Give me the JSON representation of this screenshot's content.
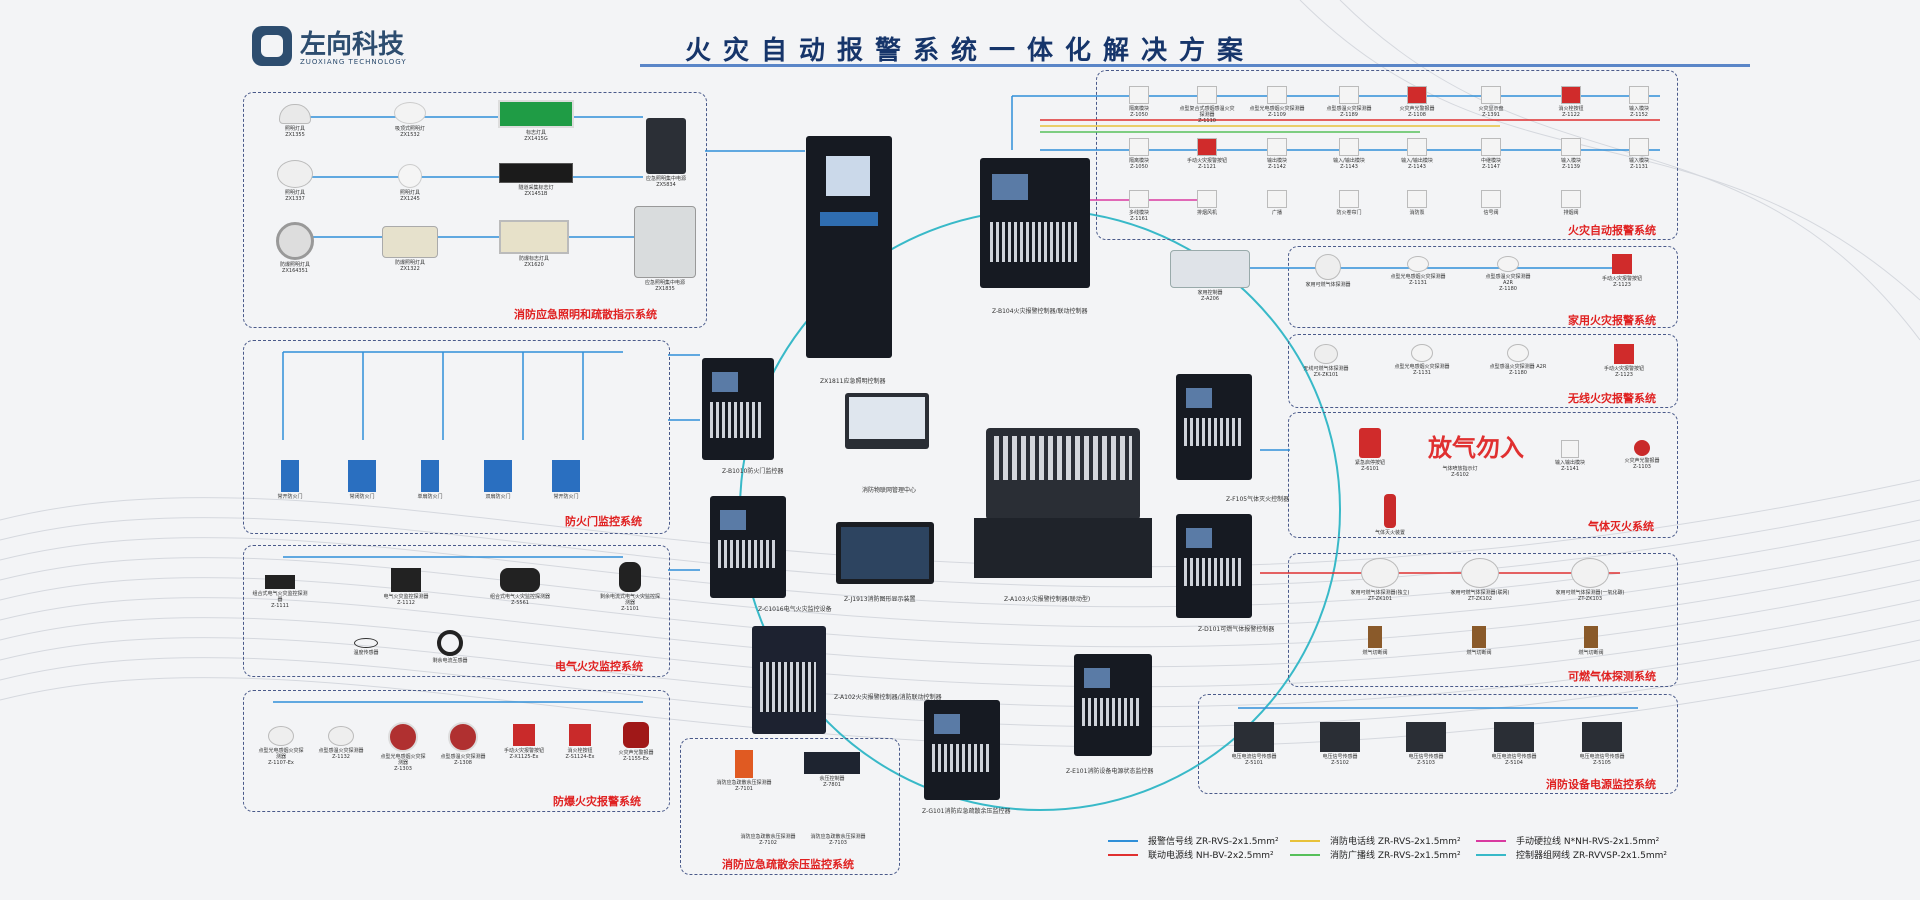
{
  "header": {
    "logo_cn": "左向科技",
    "logo_en": "ZUOXIANG TECHNOLOGY",
    "title": "火灾自动报警系统一体化解决方案"
  },
  "panels": {
    "emergency_lighting": "消防应急照明和疏散指示系统",
    "fire_door": "防火门监控系统",
    "electrical_fire": "电气火灾监控系统",
    "explosion_proof": "防爆火灾报警系统",
    "evac_pressure": "消防应急疏散余压监控系统",
    "fire_alarm": "火灾自动报警系统",
    "home_alarm": "家用火灾报警系统",
    "wireless_alarm": "无线火灾报警系统",
    "gas_extinguishing": "气体灭火系统",
    "combustible_gas": "可燃气体探测系统",
    "power_monitor": "消防设备电源监控系统"
  },
  "center": {
    "rack": "ZX1811应急照明控制器",
    "computer": "消防物联网管理中心",
    "console": "Z-A103火灾报警控制器(联动型)",
    "monitor": "Z-J1913消防图形显示装置",
    "fire_door_ctrl": "Z-B1010防火门监控器",
    "elec_ctrl": "Z-C1016电气火灾监控设备",
    "evac_ctrl": "Z-A102火灾报警控制器/消防联动控制器",
    "pressure_ctrl": "Z-G101消防应急疏散余压监控器",
    "power_ctrl": "Z-E101消防设备电源状态监控器",
    "gas_ctrl": "Z-D101可燃气体报警控制器",
    "extinguish_ctrl": "Z-F105气体灭火控制器",
    "main_ctrl": "Z-B104火灾报警控制器/联动控制器",
    "display_unit": "火灾显示盘",
    "gas_sign": "放气勿入"
  },
  "lighting_devices": [
    {
      "name": "照明灯具",
      "model": "ZX1355"
    },
    {
      "name": "吸顶式照明灯",
      "model": "ZX1532"
    },
    {
      "name": "标志灯具",
      "model": "ZX1415G"
    },
    {
      "name": "照明灯具",
      "model": "ZX1337"
    },
    {
      "name": "照明灯具",
      "model": "ZX1245"
    },
    {
      "name": "隧道采集标志灯",
      "model": "ZX1451B"
    },
    {
      "name": "应急照明集中电源",
      "model": "ZX5834"
    },
    {
      "name": "防爆照明灯具",
      "model": "ZX164351"
    },
    {
      "name": "防爆照明灯具",
      "model": "ZX1322"
    },
    {
      "name": "防爆标志灯具",
      "model": "ZX1620"
    },
    {
      "name": "应急照明集中电源",
      "model": "ZX1835"
    }
  ],
  "fire_door_devices": [
    {
      "name": "常开防火门",
      "model": ""
    },
    {
      "name": "常闭防火门",
      "model": ""
    },
    {
      "name": "单扇防火门",
      "model": ""
    },
    {
      "name": "双扇防火门",
      "model": ""
    },
    {
      "name": "常开防火门",
      "model": ""
    }
  ],
  "electrical_devices": [
    {
      "name": "组合式电气火灾监控探测器",
      "model": "Z-1111"
    },
    {
      "name": "电气火灾监控探测器",
      "model": "Z-1112"
    },
    {
      "name": "组合式电气火灾监控探测器",
      "model": "Z-5561"
    },
    {
      "name": "剩余电流式电气火灾监控探测器",
      "model": "Z-1101"
    },
    {
      "name": "温度传感器",
      "model": ""
    },
    {
      "name": "剩余电流互感器",
      "model": ""
    }
  ],
  "explosion_devices": [
    {
      "name": "点型光电感烟火灾探测器",
      "model": "Z-1107-Ex"
    },
    {
      "name": "点型感温火灾探测器",
      "model": "Z-1132"
    },
    {
      "name": "点型光电感烟火灾探测器",
      "model": "Z-1303"
    },
    {
      "name": "点型感温火灾探测器",
      "model": "Z-1308"
    },
    {
      "name": "手动火灾报警按钮",
      "model": "Z-X1125-Ex"
    },
    {
      "name": "消火栓按钮",
      "model": "Z-S1124-Ex"
    },
    {
      "name": "火灾声光警报器",
      "model": "Z-1155-Ex"
    }
  ],
  "pressure_devices": [
    {
      "name": "消防应急疏散余压探测器",
      "model": "Z-7101"
    },
    {
      "name": "余压控制器",
      "model": "Z-7801"
    },
    {
      "name": "消防应急疏散余压探测器",
      "model": "Z-7102"
    },
    {
      "name": "消防应急疏散余压探测器",
      "model": "Z-7103"
    }
  ],
  "fire_alarm_devices": [
    {
      "name": "隔离模块",
      "model": "Z-1050"
    },
    {
      "name": "点型复合式感烟感温火灾探测器",
      "model": "Z-1110"
    },
    {
      "name": "点型光电感烟火灾探测器",
      "model": "Z-1109"
    },
    {
      "name": "点型感温火灾探测器",
      "model": "Z-1189"
    },
    {
      "name": "火灾声光警报器",
      "model": "Z-1108"
    },
    {
      "name": "火灾显示盘",
      "model": "Z-1391"
    },
    {
      "name": "消火栓按钮",
      "model": "Z-1122"
    },
    {
      "name": "输入模块",
      "model": "Z-1152"
    },
    {
      "name": "隔离模块",
      "model": "Z-1050"
    },
    {
      "name": "手动火灾报警按钮",
      "model": "Z-1121"
    },
    {
      "name": "输出模块",
      "model": "Z-1142"
    },
    {
      "name": "输入/输出模块",
      "model": "Z-1143"
    },
    {
      "name": "输入/输出模块",
      "model": "Z-1143"
    },
    {
      "name": "中继模块",
      "model": "Z-1147"
    },
    {
      "name": "输入模块",
      "model": "Z-1139"
    },
    {
      "name": "输入模块",
      "model": "Z-1131"
    },
    {
      "name": "多线模块",
      "model": "Z-1161"
    },
    {
      "name": "排烟风机",
      "model": ""
    },
    {
      "name": "广播",
      "model": ""
    },
    {
      "name": "防火卷帘门",
      "model": ""
    },
    {
      "name": "消防泵",
      "model": ""
    },
    {
      "name": "信号阀",
      "model": ""
    },
    {
      "name": "排烟阀",
      "model": ""
    }
  ],
  "home_devices": [
    {
      "name": "家用控制器",
      "model": "Z-A206"
    },
    {
      "name": "家用可燃气体探测器",
      "model": ""
    },
    {
      "name": "点型光电感烟火灾探测器",
      "model": "Z-1131"
    },
    {
      "name": "点型感温火灾探测器 A2R",
      "model": "Z-1180"
    },
    {
      "name": "手动火灾报警按钮",
      "model": "Z-1123"
    }
  ],
  "wireless_devices": [
    {
      "name": "无线可燃气体探测器",
      "model": "ZX-ZK101"
    },
    {
      "name": "点型光电感烟火灾探测器",
      "model": "Z-1131"
    },
    {
      "name": "点型感温火灾探测器 A2R",
      "model": "Z-1180"
    },
    {
      "name": "手动火灾报警按钮",
      "model": "Z-1123"
    }
  ],
  "gas_ext_devices": [
    {
      "name": "紧急启停按钮",
      "model": "Z-6101"
    },
    {
      "name": "气体喷放指示灯",
      "model": "Z-6102"
    },
    {
      "name": "输入输出模块",
      "model": "Z-1141"
    },
    {
      "name": "火灾声光警报器",
      "model": "Z-1103"
    },
    {
      "name": "气体灭火装置",
      "model": ""
    }
  ],
  "combustible_devices": [
    {
      "name": "家用可燃气体探测器(独立)",
      "model": "ZT-ZK101"
    },
    {
      "name": "家用可燃气体探测器(联网)",
      "model": "ZT-ZK102"
    },
    {
      "name": "家用可燃气体探测器(一氧化碳)",
      "model": "ZT-ZK103"
    },
    {
      "name": "燃气切断阀",
      "model": ""
    },
    {
      "name": "燃气切断阀",
      "model": ""
    },
    {
      "name": "燃气切断阀",
      "model": ""
    }
  ],
  "power_devices": [
    {
      "name": "电压电流信号传感器",
      "model": "Z-5101"
    },
    {
      "name": "电压信号传感器",
      "model": "Z-5102"
    },
    {
      "name": "电压信号传感器",
      "model": "Z-5103"
    },
    {
      "name": "电压电流信号传感器",
      "model": "Z-5104"
    },
    {
      "name": "电压电流信号传感器",
      "model": "Z-5105"
    }
  ],
  "legend": [
    {
      "label": "报警信号线",
      "spec": "ZR-RVS-2x1.5mm²",
      "color": "#2f8fd8"
    },
    {
      "label": "联动电源线",
      "spec": "NH-BV-2x2.5mm²",
      "color": "#e03030"
    },
    {
      "label": "消防电话线",
      "spec": "ZR-RVS-2x1.5mm²",
      "color": "#e8c23a"
    },
    {
      "label": "消防广播线",
      "spec": "ZR-RVS-2x1.5mm²",
      "color": "#56c05a"
    },
    {
      "label": "手动硬拉线",
      "spec": "N*NH-RVS-2x1.5mm²",
      "color": "#d93aa0"
    },
    {
      "label": "控制器组网线",
      "spec": "ZR-RVVSP-2x1.5mm²",
      "color": "#38b9c8"
    }
  ],
  "colors": {
    "accent": "#16356a",
    "panel_label": "#e02020",
    "signal_line": "#2f8fd8",
    "network_ring": "#38b9c8"
  }
}
